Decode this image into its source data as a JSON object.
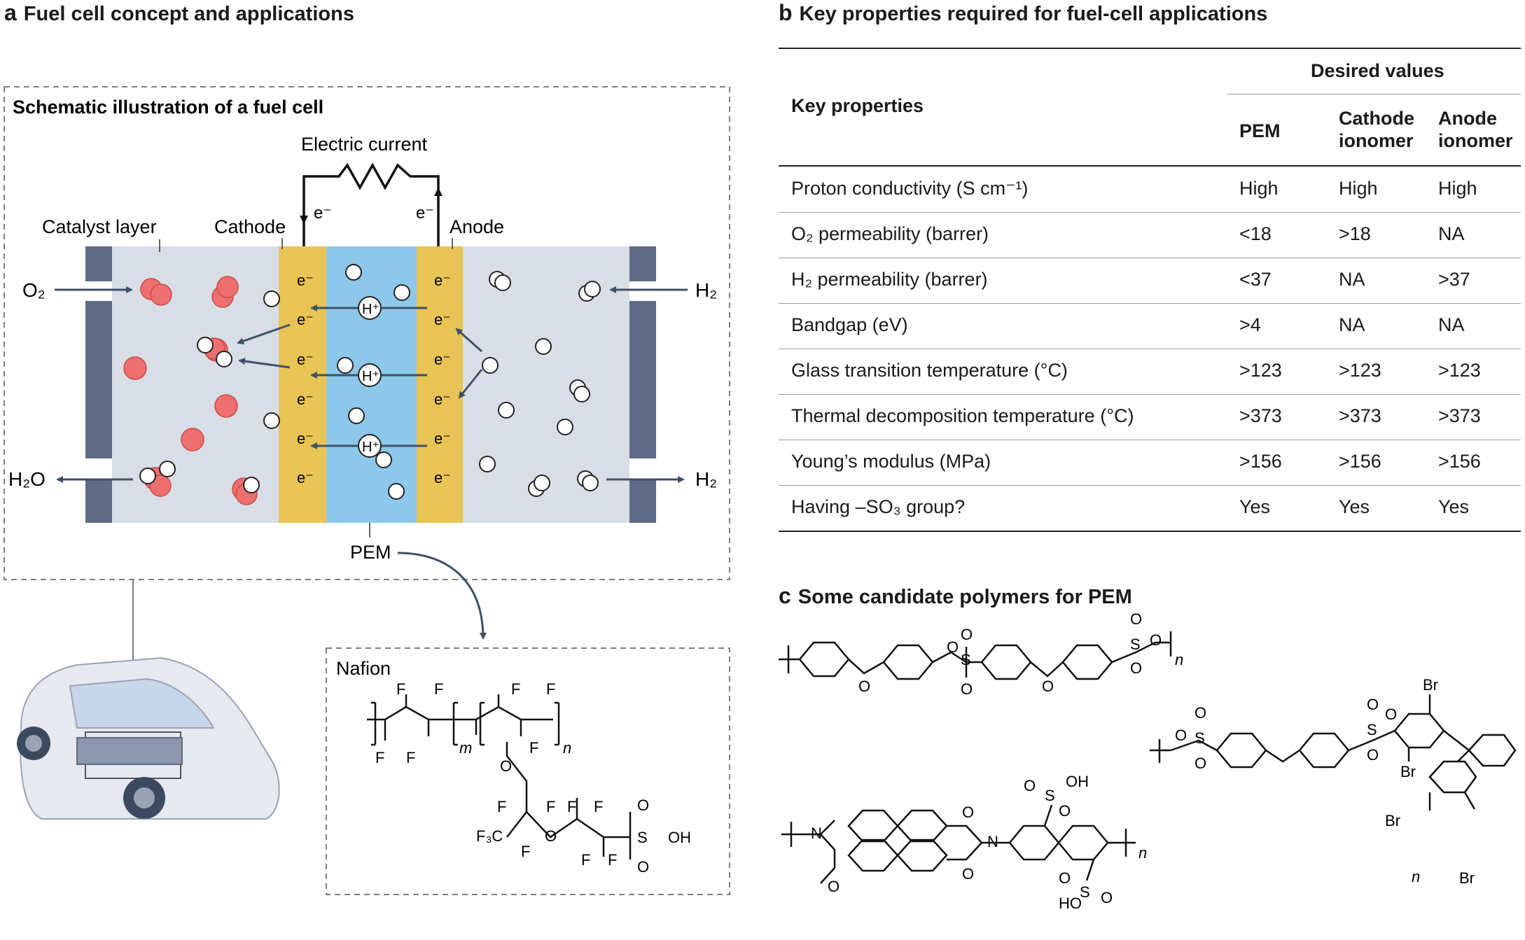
{
  "panel_a": {
    "letter": "a",
    "title": "Fuel cell concept and applications",
    "schematic_title": "Schematic illustration of a fuel cell",
    "electric_current": "Electric current",
    "electron": "e⁻",
    "catalyst_layer": "Catalyst layer",
    "cathode": "Cathode",
    "anode": "Anode",
    "o2": "O₂",
    "h2o": "H₂O",
    "h2": "H₂",
    "proton": "H⁺",
    "pem": "PEM",
    "nafion": "Nafion",
    "nafion_labels": {
      "f": "F",
      "o": "O",
      "s": "S",
      "oh": "OH",
      "cf3": "F₃C",
      "m": "m",
      "n": "n"
    }
  },
  "panel_b": {
    "letter": "b",
    "title": "Key properties required for fuel-cell applications",
    "header": {
      "key_properties": "Key properties",
      "desired_values": "Desired values",
      "pem": "PEM",
      "cathode_ionomer": [
        "Cathode",
        "ionomer"
      ],
      "anode_ionomer": [
        "Anode",
        "ionomer"
      ]
    },
    "rows": [
      {
        "property": "Proton conductivity (S cm⁻¹)",
        "pem": "High",
        "cathode": "High",
        "anode": "High"
      },
      {
        "property": "O₂  permeability (barrer)",
        "pem": "<18",
        "cathode": ">18",
        "anode": "NA"
      },
      {
        "property": "H₂  permeability (barrer)",
        "pem": "<37",
        "cathode": "NA",
        "anode": ">37"
      },
      {
        "property": "Bandgap (eV)",
        "pem": ">4",
        "cathode": "NA",
        "anode": "NA"
      },
      {
        "property": "Glass transition temperature (°C)",
        "pem": ">123",
        "cathode": ">123",
        "anode": ">123"
      },
      {
        "property": "Thermal decomposition temperature (°C)",
        "pem": ">373",
        "cathode": ">373",
        "anode": ">373"
      },
      {
        "property": "Young’s modulus (MPa)",
        "pem": ">156",
        "cathode": ">156",
        "anode": ">156"
      },
      {
        "property": "Having  –SO₃ group?",
        "pem": "Yes",
        "cathode": "Yes",
        "anode": "Yes"
      }
    ]
  },
  "panel_c": {
    "letter": "c",
    "title": "Some candidate polymers for PEM",
    "atoms": {
      "o": "O",
      "s": "S",
      "n": "N",
      "oh": "OH",
      "ho": "HO",
      "br": "Br",
      "sub_n": "n"
    }
  },
  "colors": {
    "gas_region": "#d9dee6",
    "electrode_plate": "#5f6b84",
    "catalyst": "#e8c455",
    "membrane": "#8dc8ea",
    "oxygen": "#ee6f6f",
    "arrow": "#3f5068",
    "dashed_border": "#555555"
  }
}
